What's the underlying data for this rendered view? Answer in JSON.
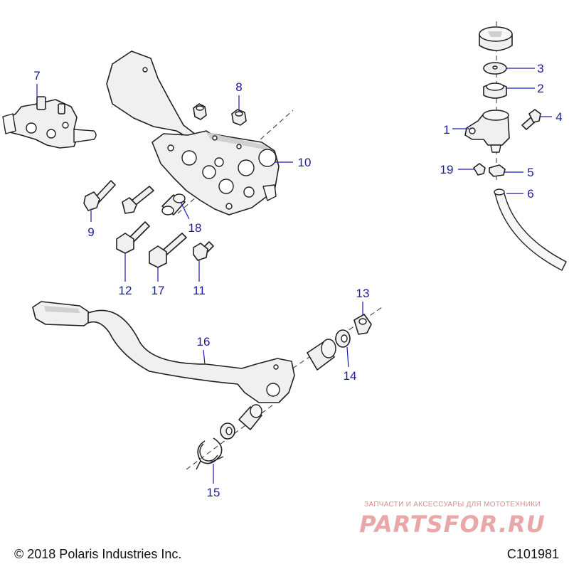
{
  "callouts": {
    "c1": "1",
    "c2": "2",
    "c3": "3",
    "c4": "4",
    "c5": "5",
    "c6": "6",
    "c7": "7",
    "c8": "8",
    "c9": "9",
    "c10": "10",
    "c11": "11",
    "c12": "12",
    "c13": "13",
    "c14": "14",
    "c15": "15",
    "c16": "16",
    "c17": "17",
    "c18": "18",
    "c19": "19"
  },
  "footer": {
    "copyright": "© 2018 Polaris Industries Inc.",
    "figure_id": "C101981"
  },
  "watermark": {
    "tagline": "ЗАПЧАСТИ И АКСЕССУАРЫ ДЛЯ МОТОТЕХНИКИ",
    "logo": "PARTSFOR.RU"
  },
  "colors": {
    "callout": "#1a1aa8",
    "line": "#202020",
    "watermark": "#e9a7a7"
  }
}
